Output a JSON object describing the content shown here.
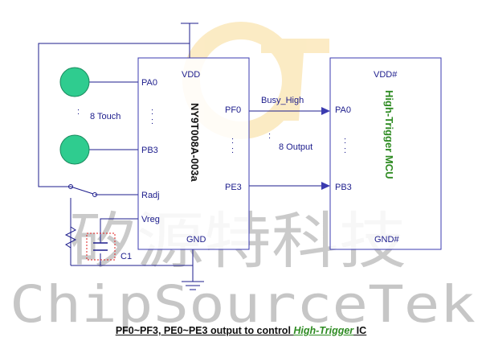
{
  "colors": {
    "wire": "#1c1c8c",
    "box": "#3b3bb0",
    "touch_pad": "#2fcc8f",
    "highlight_green": "#2e8b22",
    "capacitor_box": "#e02020",
    "logo_orange": "#f6c75a",
    "watermark": "#b9b9b9"
  },
  "chip": {
    "name": "NY9T008A-003a",
    "pins": {
      "vdd": "VDD",
      "pa0": "PA0",
      "pb3": "PB3",
      "radj": "Radj",
      "vreg": "Vreg",
      "gnd": "GND",
      "pf0": "PF0",
      "pe3": "PE3"
    }
  },
  "mcu": {
    "name": "High-Trigger MCU",
    "pins": {
      "vdd": "VDD#",
      "pa0": "PA0",
      "pb3": "PB3",
      "gnd": "GND#"
    }
  },
  "labels": {
    "touch": "8 Touch",
    "busy": "Busy_High",
    "output": "8 Output",
    "cap": "C1"
  },
  "watermark": {
    "chinese": "矽源特科技",
    "english": "ChipSourceTek"
  },
  "caption": {
    "prefix": "PF0~PF3, PE0~PE3 output to control ",
    "highlight": "High-Trigger",
    "suffix": " IC"
  }
}
